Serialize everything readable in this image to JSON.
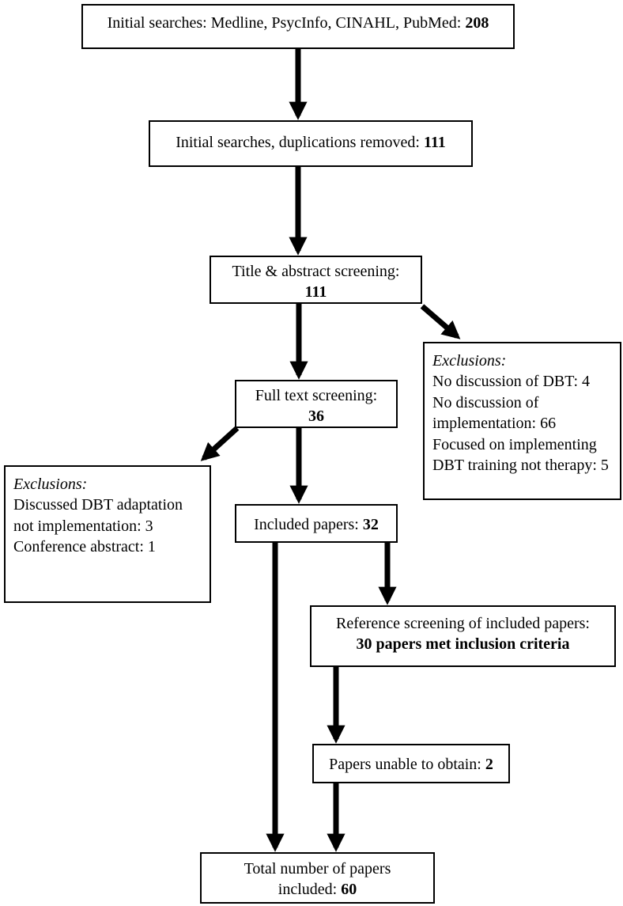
{
  "flowchart": {
    "nodes": {
      "initial_searches": {
        "label": "Initial searches: Medline, PsycInfo, CINAHL, PubMed:",
        "count": "208"
      },
      "duplications_removed": {
        "label": "Initial searches, duplications removed:",
        "count": "111"
      },
      "title_abstract_screening": {
        "label": "Title & abstract screening:",
        "count": "111"
      },
      "full_text_screening": {
        "label": "Full text screening:",
        "count": "36"
      },
      "exclusions_right": {
        "heading": "Exclusions:",
        "items": [
          "No discussion of DBT: 4",
          "No discussion of implementation: 66",
          "Focused on implementing DBT training not therapy: 5"
        ]
      },
      "exclusions_left": {
        "heading": "Exclusions:",
        "items": [
          "Discussed DBT adaptation not implementation: 3",
          "Conference abstract: 1"
        ]
      },
      "included_papers": {
        "label": "Included papers:",
        "count": "32"
      },
      "reference_screening": {
        "label": "Reference screening of included papers:",
        "result_bold": "30 papers met inclusion criteria"
      },
      "unable_to_obtain": {
        "label": "Papers unable to obtain:",
        "count": "2"
      },
      "total_included": {
        "line1": "Total number of papers",
        "label2": "included:",
        "count": "60"
      }
    },
    "colors": {
      "line": "#000000",
      "box_background": "#ffffff",
      "text": "#000000"
    }
  }
}
